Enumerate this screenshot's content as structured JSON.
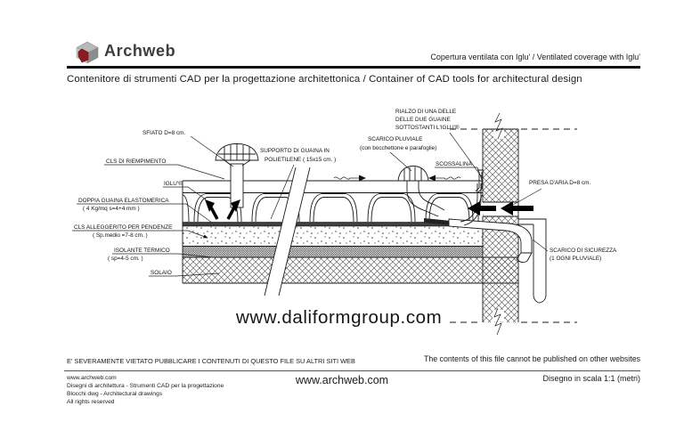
{
  "header": {
    "logo_text": "Archweb",
    "tagline": "Copertura ventilata con Iglu'  /  Ventilated coverage with Iglu'",
    "title": "Contenitore di strumenti CAD per la progettazione architettonica  /  Container of CAD tools for architectural design"
  },
  "drawing": {
    "labels": {
      "sfiato": "SFIATO D=8 cm.",
      "cls_riempimento": "CLS DI RIEMPIMENTO",
      "iglu": "IGLU'®",
      "doppia_guaina_1": "DOPPIA GUAINA ELASTOMERICA",
      "doppia_guaina_2": "( 4 Kg/mq s=4+4 mm )",
      "cls_alleggerito_1": "CLS ALLEGGERITO PER PENDENZE",
      "cls_alleggerito_2": "( Sp.medio =7-8 cm. )",
      "isolante_1": "ISOLANTE TERMICO",
      "isolante_2": "( sp=4-5 cm. )",
      "solaio": "SOLAIO",
      "supporto_1": "SUPPORTO DI GUAINA IN",
      "supporto_2": "POLIETILENE (  15x15 cm. )",
      "scarico_pluviale_1": "SCARICO PLUVIALE",
      "scarico_pluviale_2": "(con bocchettone e parafoglie)",
      "rialzo_1": "RIALZO DI UNA DELLE",
      "rialzo_2": "DELLE DUE GUAINE",
      "rialzo_3": "SOTTOSTANTI L'IGLU'®",
      "scossalina": "SCOSSALINA",
      "presa_aria": "PRESA D'ARIA D=8 cm.",
      "scarico_sicurezza_1": "SCARICO DI SICUREZZA",
      "scarico_sicurezza_2": "(1 OGNI PLUVIALE)"
    },
    "watermark": "www.daliformgroup.com"
  },
  "footer": {
    "notice_it": "E' SEVERAMENTE VIETATO PUBBLICARE I CONTENUTI DI QUESTO FILE SU ALTRI SITI WEB",
    "notice_en": "The contents of this file cannot be published on other websites",
    "site_small": "www.archweb.com",
    "info_line_2": "Disegni di architettura - Strumenti CAD  per la progettazione",
    "info_line_3": "Blocchi dwg - Architectural drawings",
    "info_line_4": "All rights reserved",
    "site_center": "www.archweb.com",
    "scale_note": "Disegno in scala 1:1 (metri)"
  },
  "colors": {
    "ink": "#1a1a1a",
    "logo_red": "#8b1b20",
    "logo_gray_top": "#b8b8b8",
    "logo_gray_side": "#8d8d8d",
    "guaina_dark": "#3f3f3f"
  }
}
